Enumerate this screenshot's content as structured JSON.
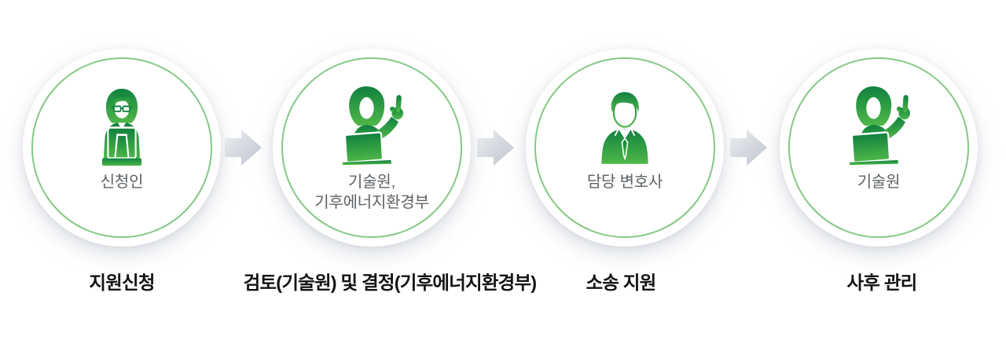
{
  "diagram": {
    "description": "4-step support process flow",
    "background": "#ffffff"
  },
  "colors": {
    "ring_green": "#84c884",
    "icon_green_dark": "#10813f",
    "icon_green_light": "#4fb848",
    "arrow_gray_light": "#edeff2",
    "arrow_gray_dark": "#bdc4cd",
    "caption_gray": "#5d6266",
    "label_black": "#141414"
  },
  "steps": [
    {
      "actor_lines": [
        "신청인"
      ],
      "label": "지원신청",
      "icon": "applicant-at-laptop-icon"
    },
    {
      "actor_lines": [
        "기술원,",
        "기후에너지환경부"
      ],
      "label": "검토(기술원) 및 결정(기후에너지환경부)",
      "icon": "consultant-pointing-icon"
    },
    {
      "actor_lines": [
        "담당 변호사"
      ],
      "label": "소송 지원",
      "icon": "lawyer-bust-icon"
    },
    {
      "actor_lines": [
        "기술원"
      ],
      "label": "사후 관리",
      "icon": "consultant-pointing-icon"
    }
  ],
  "arrows": [
    "arrow-right-icon",
    "arrow-right-icon",
    "arrow-right-icon"
  ]
}
